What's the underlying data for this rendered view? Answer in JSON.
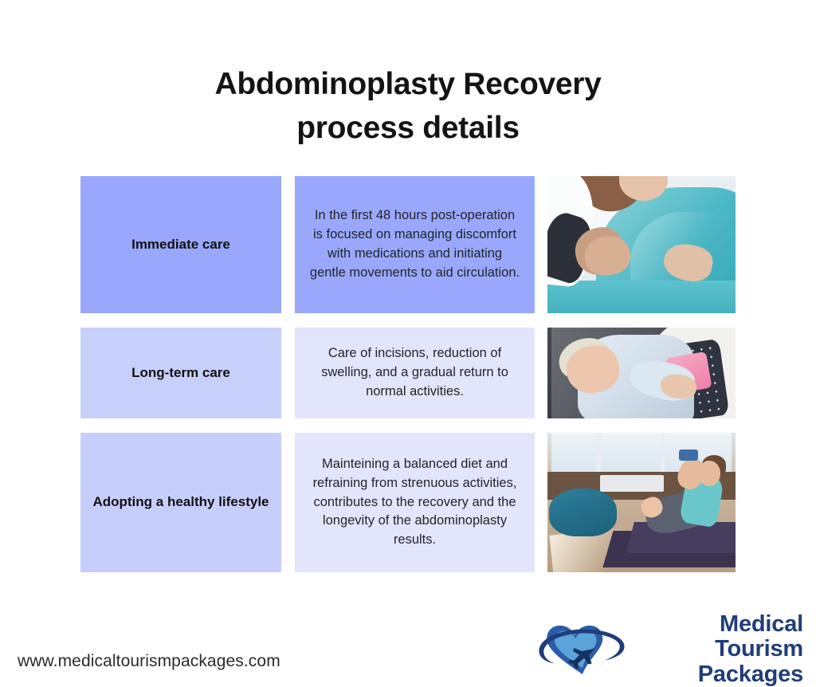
{
  "title": {
    "line1": "Abdominoplasty Recovery",
    "line2": "process details"
  },
  "rows": [
    {
      "label": "Immediate care",
      "text": "In the first 48 hours post-operation is focused on managing discomfort with  medications and initiating gentle movements to aid circulation.",
      "image_alt": "caregiver holding hospital patient's hand",
      "label_bg": "#99a8fc",
      "text_bg": "#99a8fc"
    },
    {
      "label": "Long-term care",
      "text": "Care of incisions, reduction of swelling, and a gradual return to normal activities.",
      "image_alt": "woman resting on bed holding pink heating pad",
      "label_bg": "#c7cffb",
      "text_bg": "#e2e5fb"
    },
    {
      "label": "Adopting a healthy lifestyle",
      "text": "Mainteining a balanced diet and refraining from strenuous activities, contributes to the recovery and the longevity of the abdominoplasty results.",
      "image_alt": "woman exercising with dumbbell on yoga mat at home",
      "label_bg": "#c6cefc",
      "text_bg": "#e2e5fb"
    }
  ],
  "footer": {
    "website": "www.medicaltourismpackages.com",
    "logo_line1": "Medical Tourism",
    "logo_line2": "Packages",
    "logo_alt": "heart with airplane orbit logo"
  },
  "colors": {
    "accent_strong": "#99a8fc",
    "accent_mid": "#c7cffb",
    "accent_light": "#e2e5fb",
    "logo_navy": "#1f3d7a",
    "logo_blue_dark": "#2b5ca8",
    "logo_blue_light": "#5ba3d9",
    "background": "#ffffff",
    "text": "#111111"
  }
}
